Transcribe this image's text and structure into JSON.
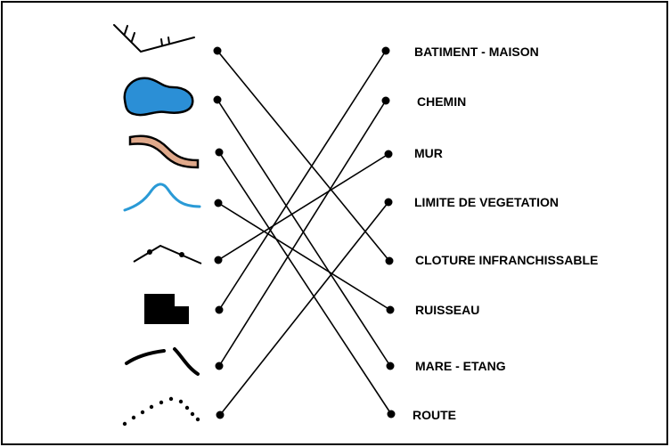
{
  "diagram": {
    "symbols": [
      {
        "id": "s1",
        "icon": "cliff-hatched-line-icon"
      },
      {
        "id": "s2",
        "icon": "blue-pond-shape-icon"
      },
      {
        "id": "s3",
        "icon": "brown-road-band-icon"
      },
      {
        "id": "s4",
        "icon": "blue-stream-line-icon"
      },
      {
        "id": "s5",
        "icon": "fence-line-with-posts-icon"
      },
      {
        "id": "s6",
        "icon": "black-building-block-icon"
      },
      {
        "id": "s7",
        "icon": "broken-thick-line-icon"
      },
      {
        "id": "s8",
        "icon": "dotted-line-icon"
      }
    ],
    "labels": [
      "BATIMENT - MAISON",
      "CHEMIN",
      "MUR",
      "LIMITE DE VEGETATION",
      "CLOTURE INFRANCHISSABLE",
      "RUISSEAU",
      "MARE - ETANG",
      "ROUTE"
    ],
    "connections": [
      {
        "from": 0,
        "to": 4
      },
      {
        "from": 1,
        "to": 6
      },
      {
        "from": 2,
        "to": 7
      },
      {
        "from": 3,
        "to": 5
      },
      {
        "from": 4,
        "to": 2
      },
      {
        "from": 5,
        "to": 0
      },
      {
        "from": 6,
        "to": 1
      },
      {
        "from": 7,
        "to": 3
      }
    ],
    "colors": {
      "stroke": "#000000",
      "pond_fill": "#2b8fd6",
      "road_fill": "#e0a98b",
      "stream": "#2a9ad6"
    }
  }
}
